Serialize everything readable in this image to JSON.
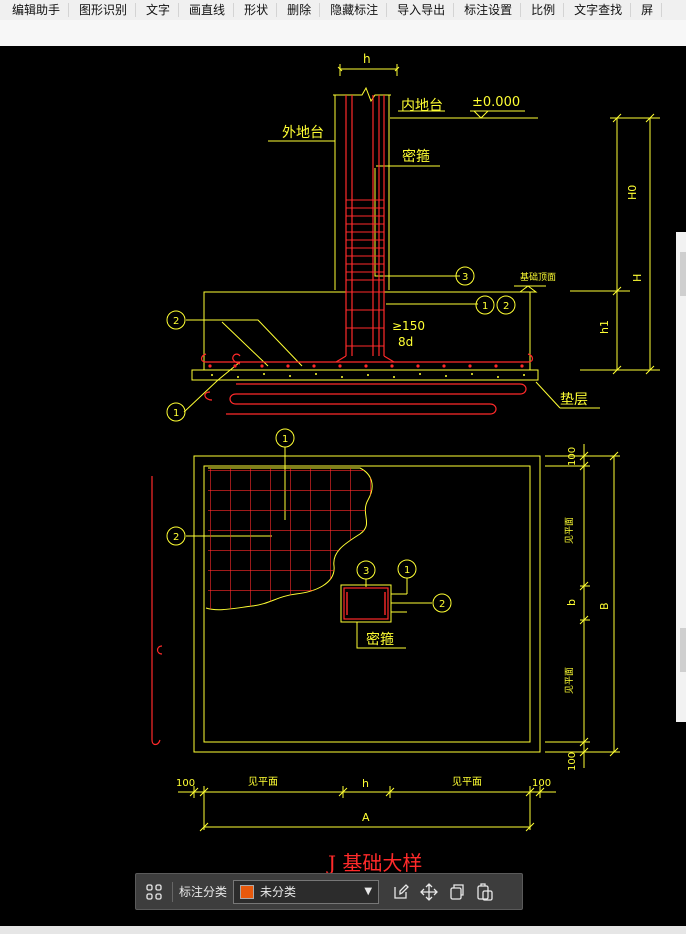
{
  "menu": [
    {
      "label": "编辑助手"
    },
    {
      "label": "图形识别"
    },
    {
      "label": "文字"
    },
    {
      "label": "画直线"
    },
    {
      "label": "形状"
    },
    {
      "label": "删除"
    },
    {
      "label": "隐藏标注"
    },
    {
      "label": "导入导出"
    },
    {
      "label": "标注设置"
    },
    {
      "label": "比例"
    },
    {
      "label": "文字查找"
    },
    {
      "label": "屏"
    }
  ],
  "drawing": {
    "section_labels": {
      "width_h": "h",
      "inner_ground": "内地台",
      "elevation": "±0.000",
      "outer_ground": "外地台",
      "stirrup": "密箍",
      "height_h0": "H0",
      "height_total": "H",
      "height_h1": "h1",
      "footing_top": "基础顶面",
      "spacing_1": "≥150",
      "spacing_2": "8d",
      "cushion": "垫层"
    },
    "plan_labels": {
      "dim_100_top": "100",
      "dim_100_bottom": "100",
      "see_plan_upper": "见平面",
      "see_plan_lower": "见平面",
      "dim_b": "b",
      "dim_B": "B",
      "stirrup": "密箍",
      "dim_100_left": "100",
      "see_plan_left": "见平面",
      "dim_h": "h",
      "see_plan_right": "见平面",
      "dim_100_right": "100",
      "dim_A": "A"
    },
    "markers": {
      "m1": "1",
      "m2": "2",
      "m3": "3"
    },
    "caption": "J 基础大样"
  },
  "bottom_toolbar": {
    "category_label": "标注分类",
    "category_value": "未分类",
    "swatch_color": "#e8590c"
  },
  "colors": {
    "yellow": "#ffff33",
    "red": "#ff2a2a",
    "background": "#000000"
  }
}
